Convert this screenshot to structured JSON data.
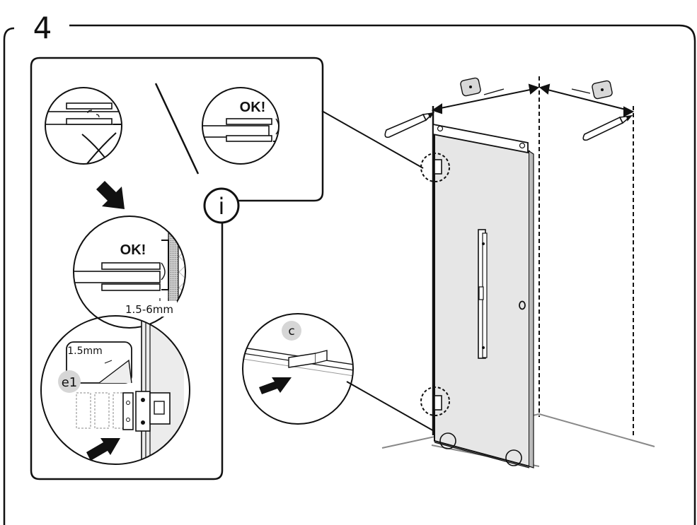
{
  "step": {
    "number": "4"
  },
  "labels": {
    "ok_top": "OK!",
    "ok_middle": "OK!",
    "gap_range": "1.5-6mm",
    "gap_fixed": "1.5mm",
    "part_e1": "e1",
    "part_c": "c",
    "info_symbol": "i"
  },
  "icons": [
    "pencil-icon",
    "level-icon",
    "arrow-icon",
    "info-icon",
    "wrong-cross-icon"
  ],
  "colors": {
    "stroke": "#111111",
    "glass": "#e6e6e6",
    "badge": "#d6d6d6",
    "tile": "#cfcfcf"
  }
}
